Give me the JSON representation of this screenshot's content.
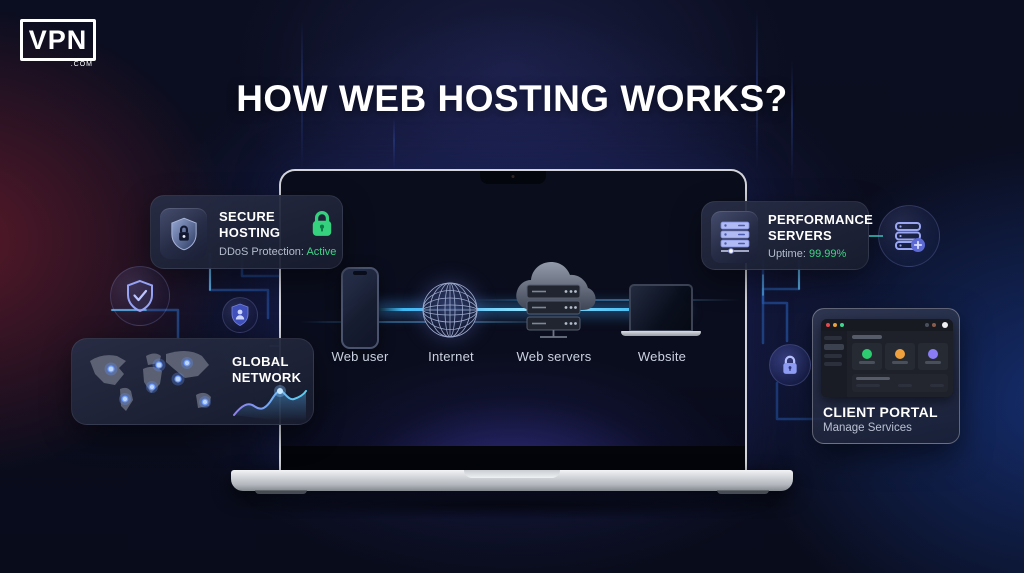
{
  "logo": {
    "text": "VPN",
    "tld": ".COM"
  },
  "title": "HOW WEB HOSTING WORKS?",
  "flow": {
    "items": [
      {
        "label": "Web user"
      },
      {
        "label": "Internet"
      },
      {
        "label": "Web servers"
      },
      {
        "label": "Website"
      }
    ]
  },
  "cards": {
    "secure_hosting": {
      "title": "SECURE HOSTING",
      "stat_label": "DDoS Protection:",
      "stat_value": "Active"
    },
    "performance_servers": {
      "title": "PERFORMANCE SERVERS",
      "stat_label": "Uptime:",
      "stat_value": "99.99%"
    },
    "global_network": {
      "title": "GLOBAL NETWORK"
    },
    "client_portal": {
      "title": "CLIENT PORTAL",
      "subtitle": "Manage Services"
    }
  },
  "colors": {
    "background": "#0a0d1e",
    "accent_green": "#3ed685",
    "accent_cyan": "#45c8f5",
    "accent_purple": "#8b7cf6",
    "status_active": "#3ed685"
  }
}
